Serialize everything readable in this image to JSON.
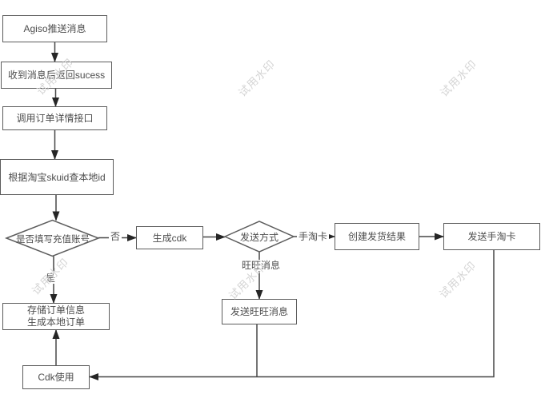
{
  "watermark": {
    "text": "试用水印"
  },
  "diagram": {
    "type": "flowchart",
    "nodes": {
      "agiso": {
        "label": "Agiso推送消息"
      },
      "ret_success": {
        "label": "收到消息后返回sucess"
      },
      "order_detail": {
        "label": "调用订单详情接口"
      },
      "query_skuid": {
        "label": "根据淘宝skuid查本地id"
      },
      "check_account": {
        "label": "是否填写充值账号"
      },
      "gen_cdk": {
        "label": "生成cdk"
      },
      "send_method": {
        "label": "发送方式"
      },
      "create_result": {
        "label": "创建发货结果"
      },
      "send_card": {
        "label": "发送手淘卡"
      },
      "store_order": {
        "line1": "存储订单信息",
        "line2": "生成本地订单"
      },
      "send_wangwang": {
        "label": "发送旺旺消息"
      },
      "cdk_use": {
        "label": "Cdk使用"
      }
    },
    "edge_labels": {
      "no": "否",
      "yes": "是",
      "hand_card": "手淘卡",
      "wangwang": "旺旺消息"
    },
    "edges": [
      {
        "from": "agiso",
        "to": "ret_success"
      },
      {
        "from": "ret_success",
        "to": "order_detail"
      },
      {
        "from": "order_detail",
        "to": "query_skuid"
      },
      {
        "from": "query_skuid",
        "to": "check_account"
      },
      {
        "from": "check_account",
        "to": "gen_cdk",
        "label": "否"
      },
      {
        "from": "gen_cdk",
        "to": "send_method"
      },
      {
        "from": "send_method",
        "to": "create_result",
        "label": "手淘卡"
      },
      {
        "from": "create_result",
        "to": "send_card"
      },
      {
        "from": "send_method",
        "to": "send_wangwang",
        "label": "旺旺消息"
      },
      {
        "from": "check_account",
        "to": "store_order",
        "label": "是"
      },
      {
        "from": "cdk_use",
        "to": "store_order"
      },
      {
        "from": "send_card",
        "to": "cdk_use"
      },
      {
        "from": "send_wangwang",
        "to": "cdk_use"
      }
    ],
    "colors": {
      "connector": "#474747",
      "node_border": "#5c5c5c",
      "node_fill": "#ffffff",
      "text": "#4d4d4d",
      "arrowhead": "#262626",
      "watermark": "#d5d5d5",
      "background": "#ffffff"
    }
  }
}
